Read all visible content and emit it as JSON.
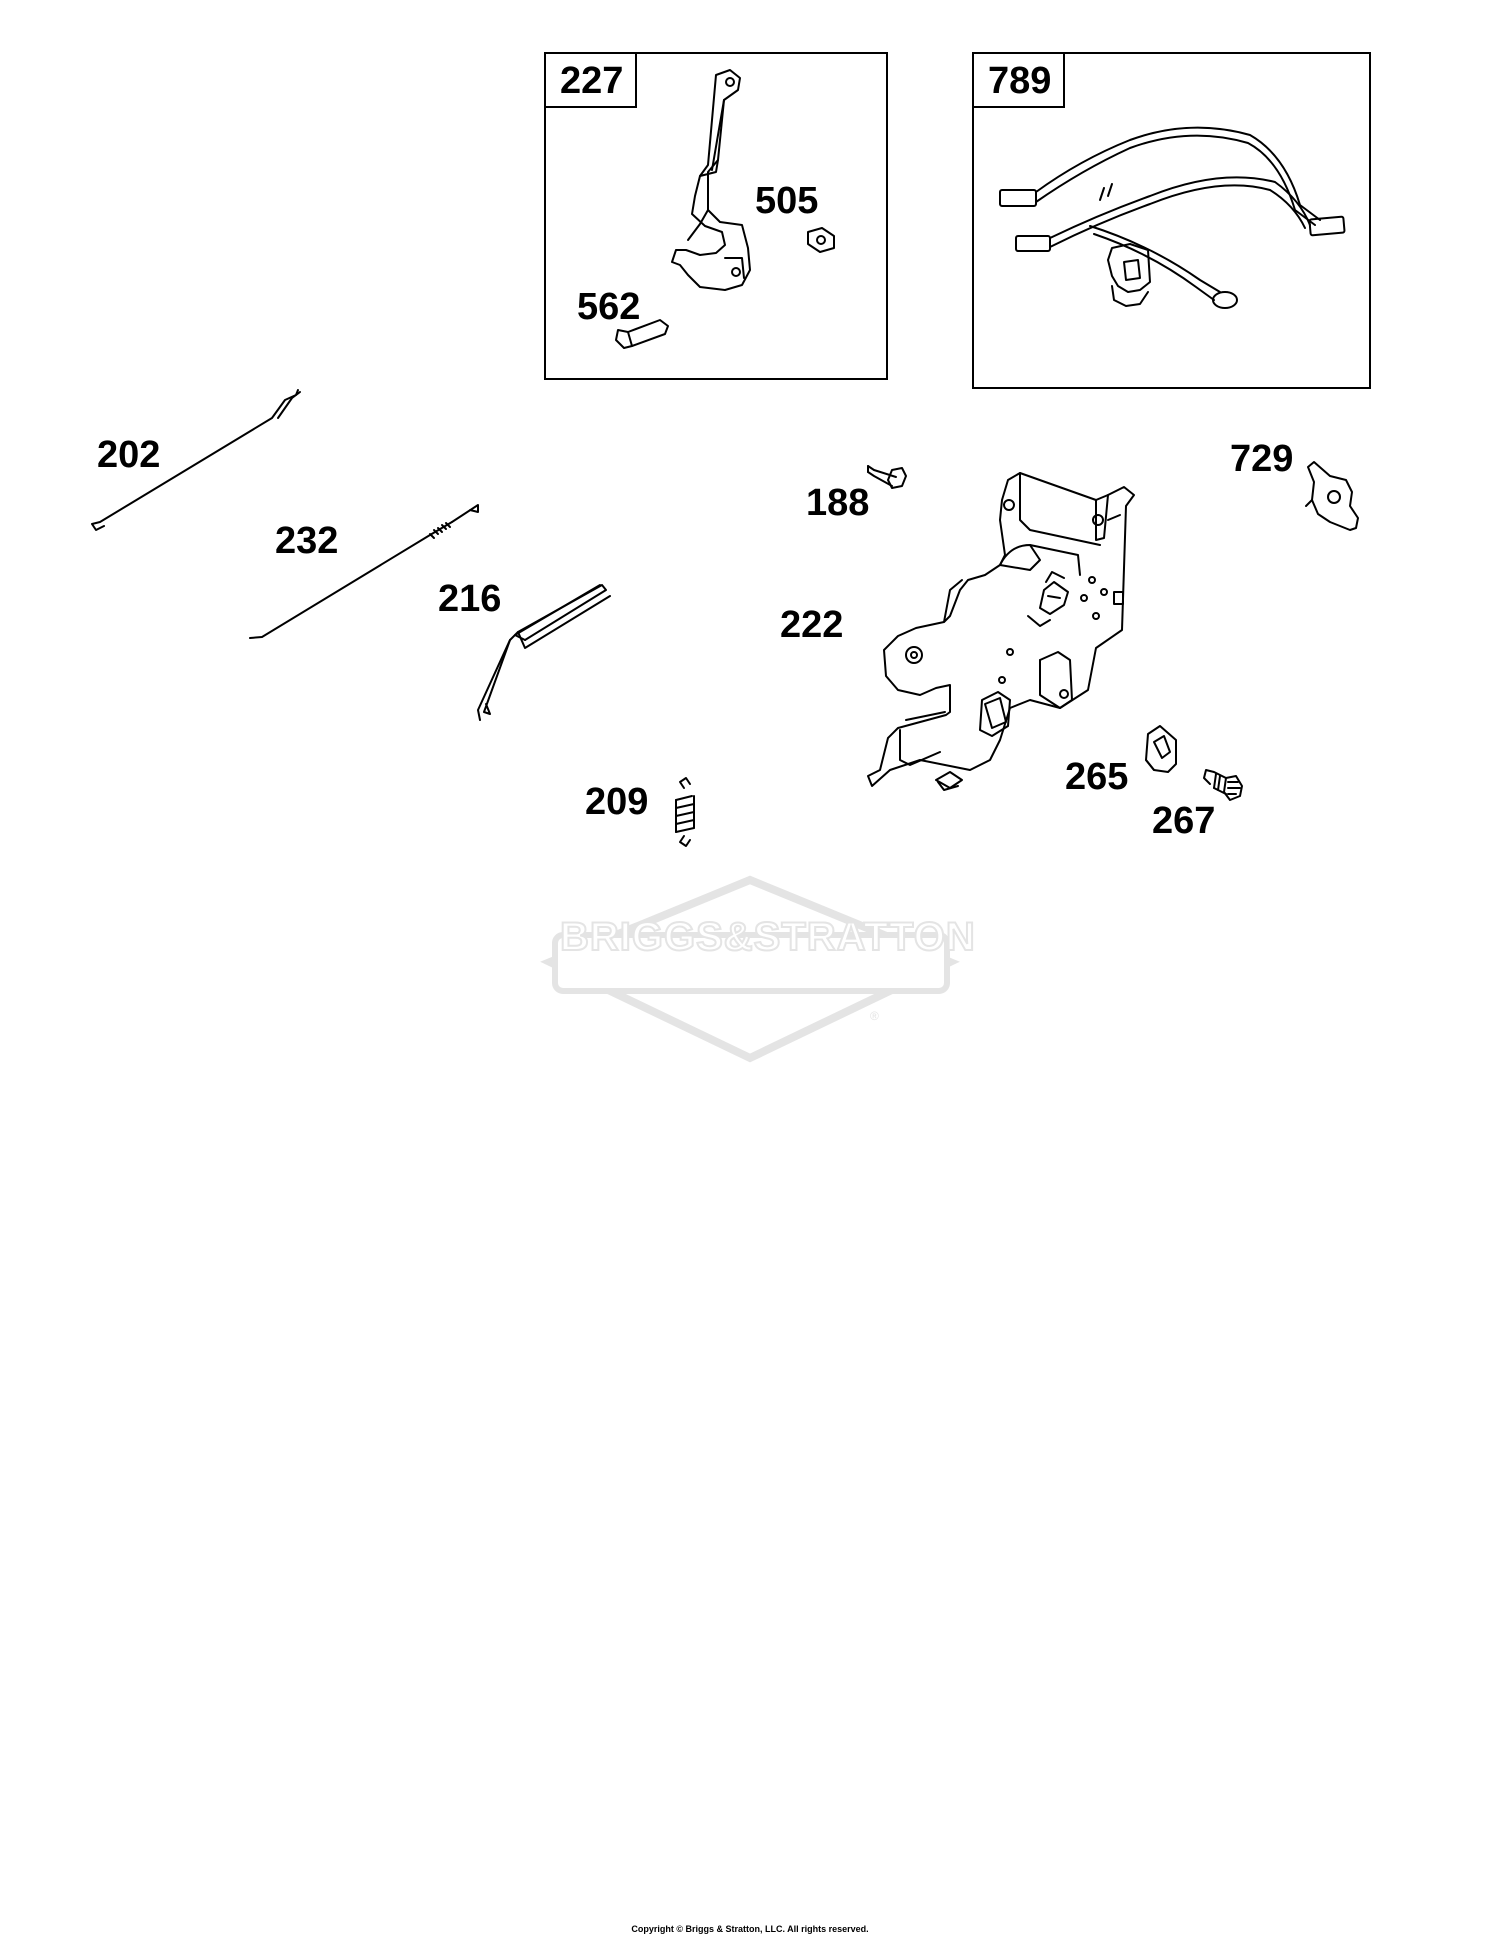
{
  "insets": [
    {
      "part": "227",
      "children": [
        "505",
        "562"
      ]
    },
    {
      "part": "789",
      "children": []
    }
  ],
  "parts": {
    "p202": "202",
    "p232": "232",
    "p216": "216",
    "p209": "209",
    "p188": "188",
    "p222": "222",
    "p729": "729",
    "p265": "265",
    "p267": "267",
    "p505": "505",
    "p562": "562"
  },
  "watermark": {
    "brand": "BRIGGS&STRATTON"
  },
  "footer": {
    "copyright": "Copyright © Briggs & Stratton, LLC. All rights reserved."
  },
  "colors": {
    "line": "#000000",
    "watermark": "#e4e4e4"
  }
}
